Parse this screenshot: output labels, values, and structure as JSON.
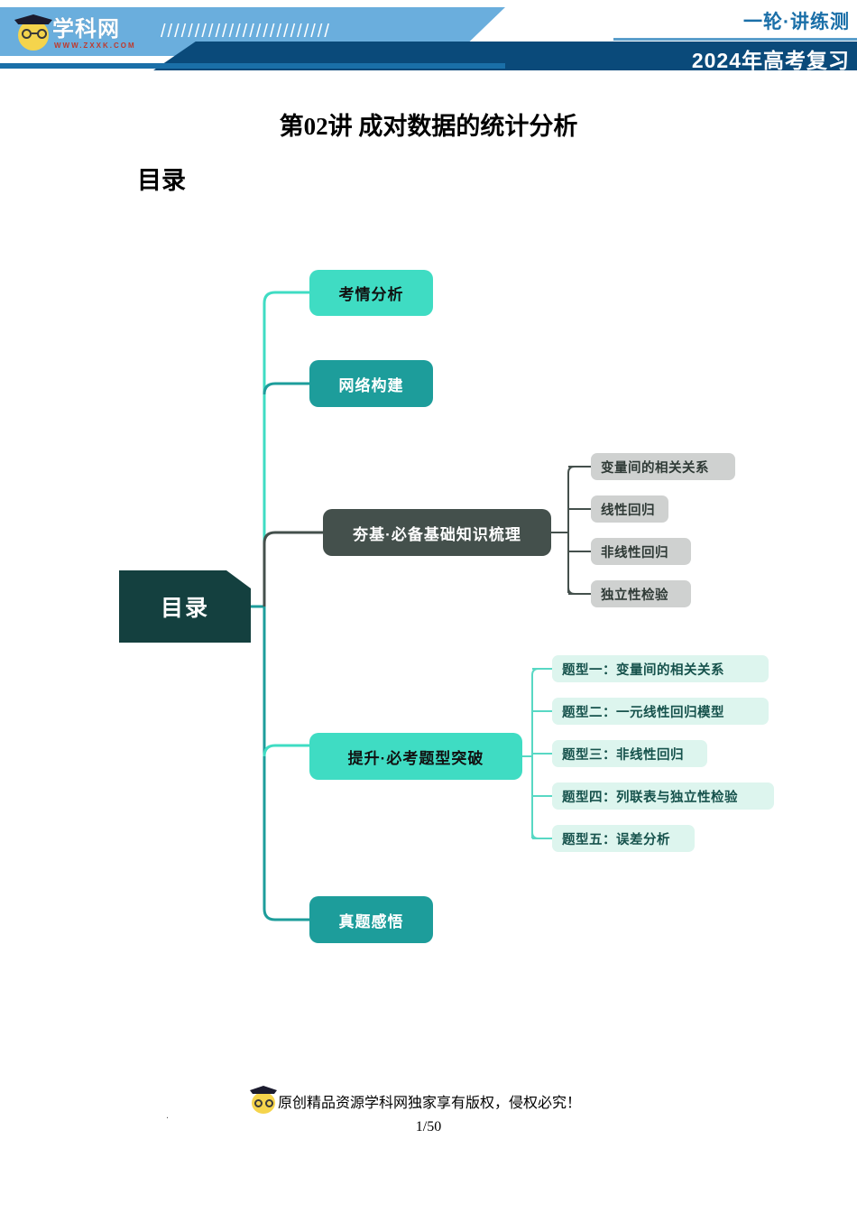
{
  "header": {
    "logo_text": "学科网",
    "logo_url": "WWW.ZXXK.COM",
    "slashes": "/////////////////////////",
    "top_right": "一轮·讲练测",
    "bottom_right": "2024年高考复习",
    "colors": {
      "light_band": "#6aaedd",
      "dark_band": "#0a4a7a",
      "rule": "#1a6fa8",
      "top_right_text": "#1a6fa8"
    }
  },
  "document": {
    "title": "第02讲 成对数据的统计分析",
    "section_label": "目录",
    "stray_mark": "."
  },
  "mindmap": {
    "root": {
      "label": "目录",
      "color": "#14403f"
    },
    "branches": [
      {
        "label": "考情分析",
        "color": "#3fdcc3",
        "text_color": "#111111",
        "children": []
      },
      {
        "label": "网络构建",
        "color": "#1d9d9b",
        "text_color": "#ffffff",
        "children": []
      },
      {
        "label": "夯基·必备基础知识梳理",
        "color": "#44504c",
        "text_color": "#ffffff",
        "child_color": "#cfd1d0",
        "children": [
          "变量间的相关关系",
          "线性回归",
          "非线性回归",
          "独立性检验"
        ]
      },
      {
        "label": "提升·必考题型突破",
        "color": "#3fdcc3",
        "text_color": "#111111",
        "child_color": "#ddf5ee",
        "children": [
          "题型一：变量间的相关关系",
          "题型二：一元线性回归模型",
          "题型三：非线性回归",
          "题型四：列联表与独立性检验",
          "题型五：误差分析"
        ]
      },
      {
        "label": "真题感悟",
        "color": "#1d9d9b",
        "text_color": "#ffffff",
        "children": []
      }
    ]
  },
  "footer": {
    "copyright": "原创精品资源学科网独家享有版权，侵权必究！",
    "page": "1/50",
    "left_dot": "."
  }
}
